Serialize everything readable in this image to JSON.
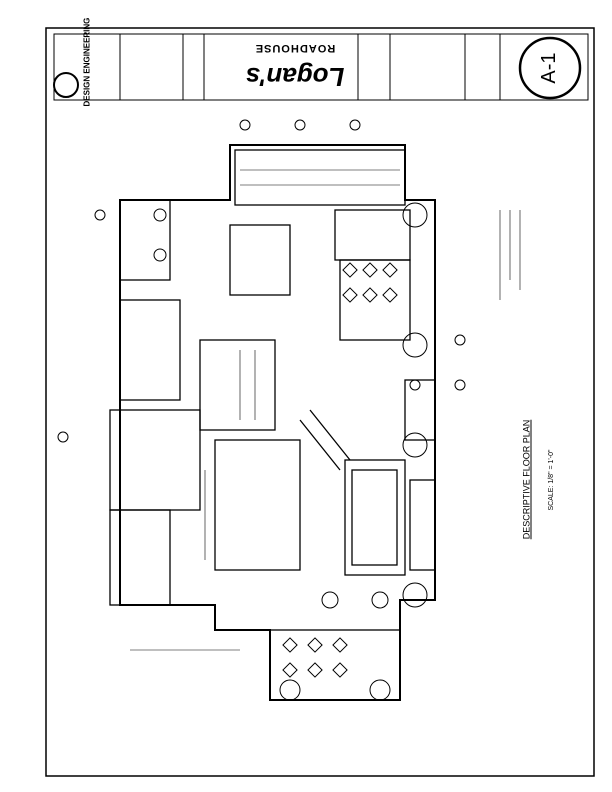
{
  "title_block": {
    "firm_name": "DESIGN ENGINEERING",
    "brand_logo": "Logan's",
    "brand_sub": "ROADHOUSE",
    "sheet_number": "A-1"
  },
  "plan_title": "DESCRIPTIVE FLOOR PLAN",
  "plan_scale": "SCALE: 1/8\" = 1'-0\""
}
